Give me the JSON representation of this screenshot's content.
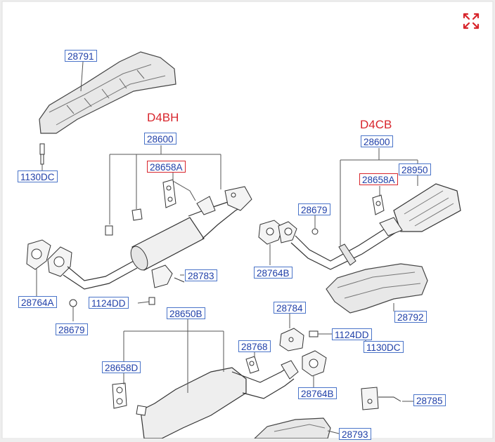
{
  "engine_labels": {
    "left": "D4BH",
    "right": "D4CB"
  },
  "parts": {
    "p28791": "28791",
    "p1130dc_left": "1130DC",
    "p28600_left": "28600",
    "p28658a_left": "28658A",
    "p28764a": "28764A",
    "p28679_left": "28679",
    "p28783": "28783",
    "p1124dd_left": "1124DD",
    "p28600_right": "28600",
    "p28950": "28950",
    "p28658a_right": "28658A",
    "p28679_right": "28679",
    "p28764b_top": "28764B",
    "p28792": "28792",
    "p28784": "28784",
    "p1124dd_right": "1124DD",
    "p1130dc_right": "1130DC",
    "p28650b": "28650B",
    "p28768": "28768",
    "p28658d": "28658D",
    "p28764b_bottom": "28764B",
    "p28785": "28785",
    "p28793": "28793"
  },
  "colors": {
    "label_text": "#1f3fa8",
    "label_border": "#4a74c9",
    "highlight": "#d8252c"
  },
  "icons": {
    "expand": "expand-arrows-icon"
  }
}
